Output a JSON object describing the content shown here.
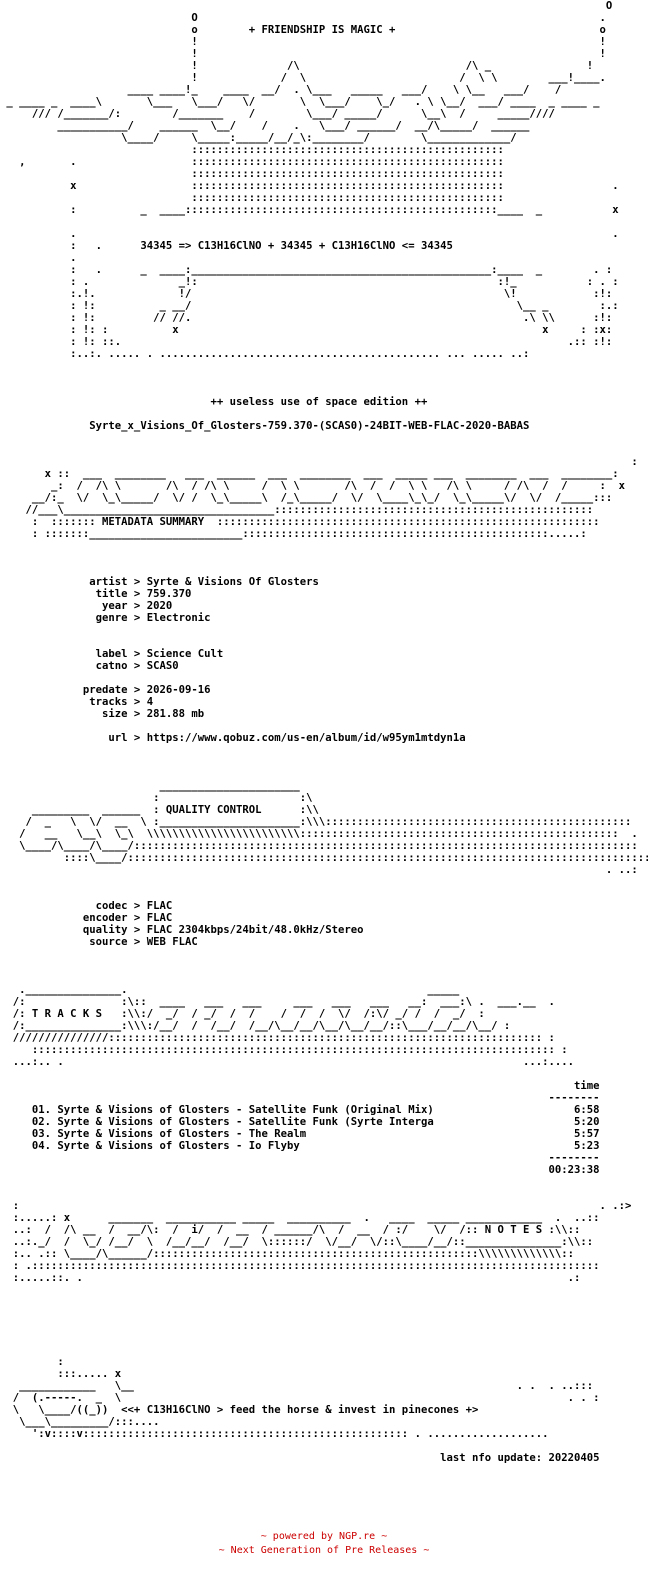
{
  "colors": {
    "text": "#000000",
    "background": "#ffffff",
    "footer": "#cc0000"
  },
  "header_art": [
    "                                                                                               O",
    "                              O                                                               .",
    "                              o        + FRIENDSHIP IS MAGIC +                                o",
    "                              !                                                               !",
    "                              !                                                               !",
    "                              !              /\\                          /\\ _               !",
    "                              !             /  \\                        /  \\ \\        ___!____.",
    "                    ____ ____!_    ____  __/  . \\___   _____   ___/    \\ \\__   ___/    / ",
    " _ ____ _  ____\\       \\___   \\___/   \\/       \\  \\___/    \\_/   . \\ \\__/  ___/ ____  _ ____ _",
    "     /// /_______/:        /_______    /        \\___/ _____/      \\__\\  /     _____////",
    "         ___________/    ______  \\__/    /    .   \\___/ ______/  __/\\_____/  ______",
    "                   \\____/     \\_____:_____/__/_\\:________/        \\_____________/",
    "                              :::::::::::::::::::::::::::::::::::::::::::::::::",
    "   ,       .                  :::::::::::::::::::::::::::::::::::::::::::::::::",
    "                              :::::::::::::::::::::::::::::::::::::::::::::::::",
    "           x                  :::::::::::::::::::::::::::::::::::::::::::::::::                 .",
    "                              :::::::::::::::::::::::::::::::::::::::::::::::::",
    "           :          _  ____:::::::::::::::::::::::::::::::::::::::::::::::::____  _           x",
    "",
    "           .                                                                                    .",
    "           :   .      34345 => C13H16ClNO + 34345 + C13H16ClNO <= 34345",
    "           .",
    "           :   .      _  ____:_______________________________________________:____  _        . :",
    "           : .              _!:                                               :!_           : . :",
    "           :.!.             !/                                                 \\!            :!:",
    "           : !:          _ __/                                                   \\__ _        :.:",
    "           : !:         // //.                                                    .\\ \\\\      :!:",
    "           : !: :          x                                                         x     : :x:",
    "           : !: ::.                                                                      .:: :!:",
    "           :..:. ..... . ............................................ ... ..... ..:"
  ],
  "edition_text": "++ useless use of space edition ++",
  "release_name": "Syrte_x_Visions_Of_Glosters-759.370-(SCAS0)-24BIT-WEB-FLAC-2020-BABAS",
  "metadata_art_top": [
    "                                                                                                   :",
    "       x ::  ___  ________   ___  ______  ___  ________  ___  _____ ___  ________  ___  ________:",
    "        _:  /  /\\ \\       /\\  / /\\ \\     /  \\ \\       /\\  /  /  \\ \\   /\\ \\     / /\\  /  /     :  x",
    "     __/:_  \\/  \\_\\_____/  \\/ /  \\_\\_____\\  /_\\_____/  \\/  \\____\\_\\_/  \\_\\_____\\/  \\/  /_____:::",
    "    //___\\_________________________________::::::::::::::::::::::::::::::::::::::::::::::::::",
    "     :  ::::::: METADATA SUMMARY  ::::::::::::::::::::::::::::::::::::::::::::::::::::::::::::",
    "     : :::::::________________________::::::::::::::::::::::::::::::::::::::::::::::::.....:"
  ],
  "metadata_title": "METADATA SUMMARY",
  "metadata": {
    "artist_key": "artist",
    "artist": "Syrte & Visions Of Glosters",
    "title_key": "title",
    "title": "759.370",
    "year_key": "year",
    "year": "2020",
    "genre_key": "genre",
    "genre": "Electronic",
    "label_key": "label",
    "label": "Science Cult",
    "catno_key": "catno",
    "catno": "SCAS0",
    "predate_key": "predate",
    "predate": "2026-09-16",
    "tracks_key": "tracks",
    "tracks": "4",
    "size_key": "size",
    "size": "281.88 mb",
    "url_key": "url",
    "url": "https://www.qobuz.com/us-en/album/id/w95ym1mtdyn1a"
  },
  "quality_title": "QUALITY CONTROL",
  "quality": {
    "codec_key": "codec",
    "codec": "FLAC",
    "encoder_key": "encoder",
    "encoder": "FLAC",
    "quality_key": "quality",
    "quality": "FLAC 2304kbps/24bit/48.0kHz/Stereo",
    "source_key": "source",
    "source": "WEB FLAC"
  },
  "tracks_title": "T R A C K S",
  "tracklist": {
    "time_header": "time",
    "items": [
      {
        "num": "01.",
        "name": "Syrte & Visions of Glosters - Satellite Funk (Original Mix)",
        "time": "6:58"
      },
      {
        "num": "02.",
        "name": "Syrte & Visions of Glosters - Satellite Funk (Syrte Interga",
        "time": "5:20"
      },
      {
        "num": "03.",
        "name": "Syrte & Visions of Glosters - The Realm",
        "time": "5:57"
      },
      {
        "num": "04.",
        "name": "Syrte & Visions of Glosters - Io Flyby",
        "time": "5:23"
      }
    ],
    "total": "00:23:38"
  },
  "notes_title": "N O T E S",
  "outro_line": "<<+ C13H16ClNO > feed the horse & invest in pinecones +>",
  "last_update": "last nfo update: 20220405",
  "footer": {
    "line1_prefix": "~ powered by ",
    "line1_link": "NGP.re",
    "line1_suffix": " ~",
    "line2": "~ Next Generation of Pre Releases ~"
  }
}
